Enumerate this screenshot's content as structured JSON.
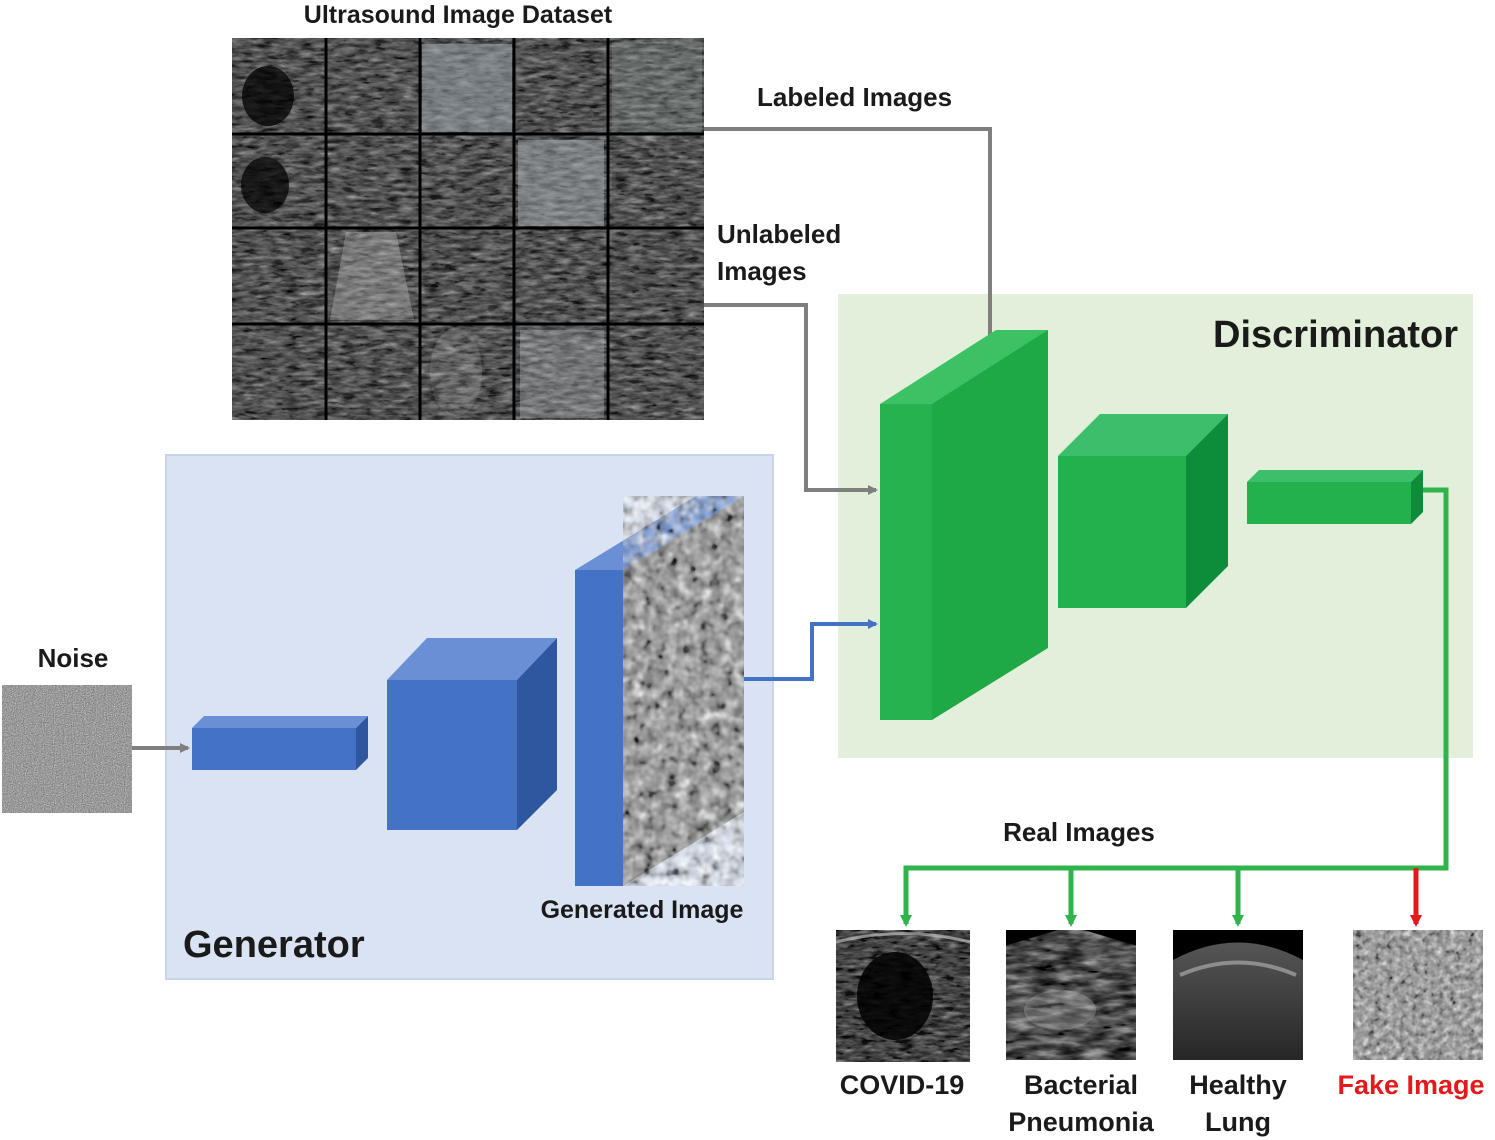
{
  "dataset": {
    "title": "Ultrasound Image Dataset"
  },
  "links": {
    "labeled": "Labeled Images",
    "unlabeled_line1": "Unlabeled",
    "unlabeled_line2": "Images",
    "real": "Real Images"
  },
  "noise": {
    "label": "Noise"
  },
  "generator": {
    "title": "Generator",
    "output_label": "Generated Image"
  },
  "discriminator": {
    "title": "Discriminator"
  },
  "outputs": [
    {
      "line1": "COVID-19",
      "line2": ""
    },
    {
      "line1": "Bacterial",
      "line2": "Pneumonia"
    },
    {
      "line1": "Healthy",
      "line2": "Lung"
    },
    {
      "line1": "Fake Image",
      "line2": ""
    }
  ],
  "colors": {
    "generator_panel": "#dae3f3",
    "generator_block": "#4472c4",
    "discriminator_panel": "#e2efda",
    "discriminator_block": "#22b14c",
    "gray_arrow": "#7f7f7f",
    "blue_arrow": "#4472c4",
    "green_arrow": "#2fb34a",
    "red_arrow": "#e31a1c",
    "fake_label": "#e31a1c"
  }
}
